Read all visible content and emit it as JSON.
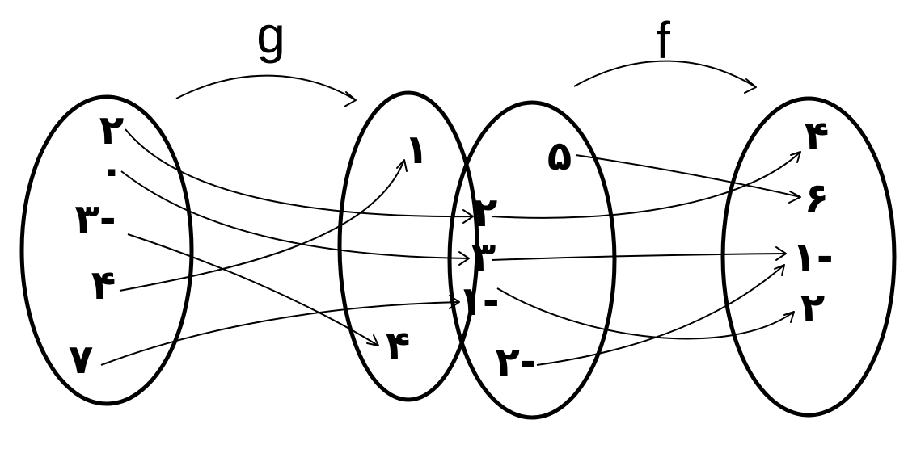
{
  "mappings": [
    {
      "name": "g",
      "label": "g",
      "from_set": "A",
      "to_set": "B"
    },
    {
      "name": "f",
      "label": "f",
      "from_set": "C",
      "to_set": "D"
    }
  ],
  "sets": {
    "A": {
      "elements": [
        "۲",
        "۰",
        "۳-",
        "۴",
        "۷"
      ]
    },
    "B": {
      "elements": [
        "۱",
        "۴"
      ]
    },
    "BC": {
      "elements": [
        "۲",
        "۳",
        "۱-"
      ]
    },
    "C": {
      "elements": [
        "۵",
        "۲-"
      ]
    },
    "D": {
      "elements": [
        "۴",
        "۶",
        "۱-",
        "۲"
      ]
    }
  },
  "pairs_g": [
    [
      "۲",
      "۲"
    ],
    [
      "۰",
      "۳"
    ],
    [
      "۳-",
      "۴"
    ],
    [
      "۴",
      "۱"
    ],
    [
      "۷",
      "۱-"
    ]
  ],
  "pairs_f": [
    [
      "۵",
      "۶"
    ],
    [
      "۲",
      "۴"
    ],
    [
      "۳",
      "۱-"
    ],
    [
      "۱-",
      "۲"
    ],
    [
      "۲-",
      "۱-"
    ]
  ]
}
